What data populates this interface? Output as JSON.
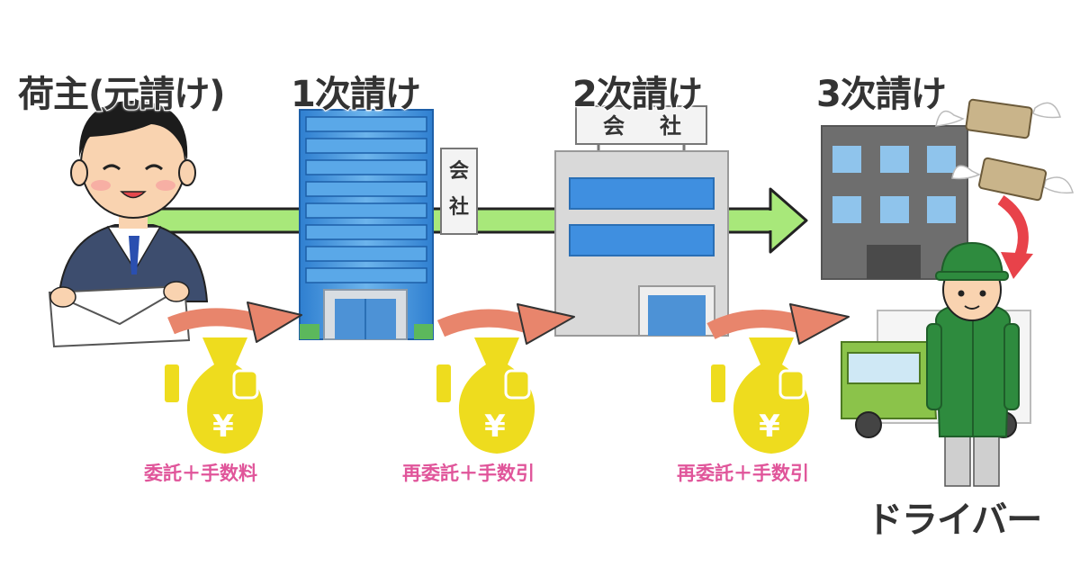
{
  "stages": [
    {
      "id": "shipper",
      "label": "荷主(元請け)"
    },
    {
      "id": "tier1",
      "label": "1次請け"
    },
    {
      "id": "tier2",
      "label": "2次請け"
    },
    {
      "id": "tier3",
      "label": "3次請け"
    }
  ],
  "driver": {
    "label": "ドライバー"
  },
  "fees": [
    {
      "label": "委託＋手数料"
    },
    {
      "label": "再委託＋手数引"
    },
    {
      "label": "再委託＋手数引"
    }
  ],
  "signs": {
    "tier1": [
      "会",
      "社"
    ],
    "tier2": [
      "会",
      "社"
    ]
  },
  "money_symbol": "¥",
  "colors": {
    "flow_arrow": "#a8e87a",
    "money_arrow": "#e8856c",
    "money_bag": "#eedc1e",
    "fee_text": "#e0559a",
    "title_text": "#333333"
  }
}
